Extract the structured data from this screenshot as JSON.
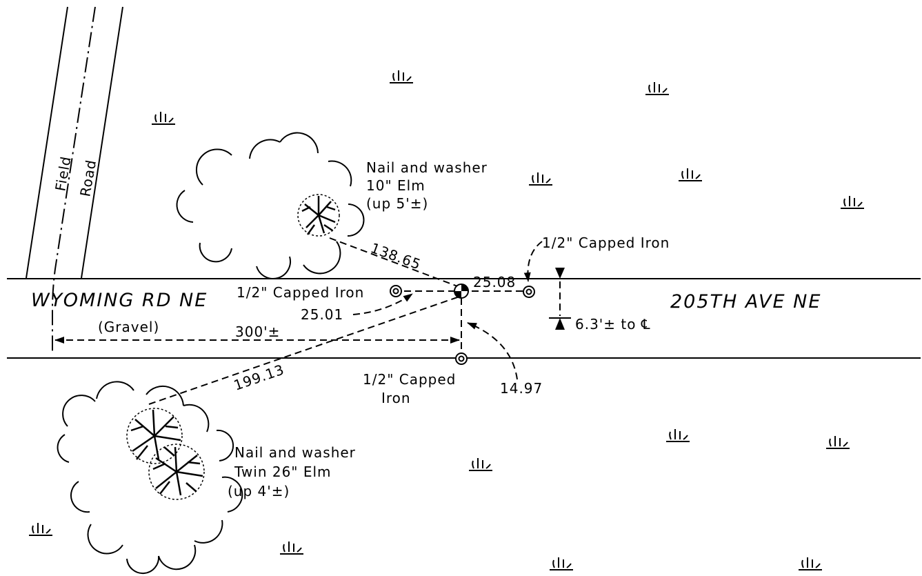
{
  "roads": {
    "west_name": "WYOMING RD NE",
    "west_surface": "(Gravel)",
    "east_name": "205TH AVE NE",
    "field_road_line1": "Field",
    "field_road_line2": "Road"
  },
  "trees": {
    "north": {
      "line1": "Nail and washer",
      "line2": "10\" Elm",
      "line3": "(up 5'±)"
    },
    "south": {
      "line1": "Nail and washer",
      "line2": "Twin 26\" Elm",
      "line3": "(up 4'±)"
    }
  },
  "monuments": {
    "west_label": "1/2\" Capped Iron",
    "east_label": "1/2\" Capped Iron",
    "south_label_line1": "1/2\" Capped",
    "south_label_line2": "Iron"
  },
  "dimensions": {
    "to_north_tree": "138.65",
    "to_east_iron": "25.08",
    "to_west_iron": "25.01",
    "to_field_road": "300'±",
    "to_south_tree": "199.13",
    "to_south_iron": "14.97",
    "to_centerline": "6.3'± to ℄"
  }
}
